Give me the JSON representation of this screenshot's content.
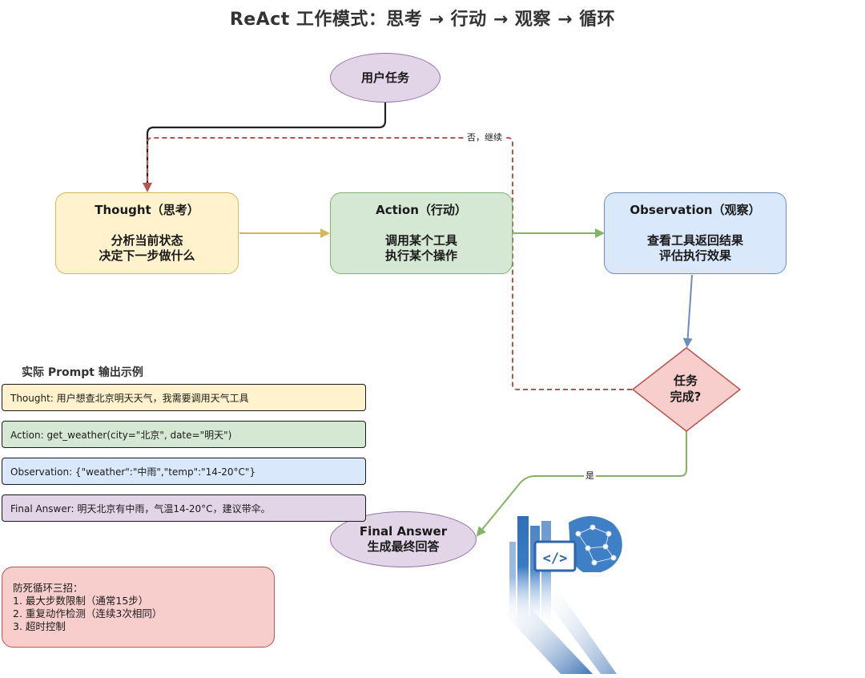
{
  "title": "ReAct 工作模式：思考 → 行动 → 观察 → 循环",
  "nodes": {
    "user_task": "用户任务",
    "thought": {
      "head": "Thought（思考）",
      "lines": [
        "分析当前状态",
        "决定下一步做什么"
      ]
    },
    "action": {
      "head": "Action（行动）",
      "lines": [
        "调用某个工具",
        "执行某个操作"
      ]
    },
    "observation": {
      "head": "Observation（观察）",
      "lines": [
        "查看工具返回结果",
        "评估执行效果"
      ]
    },
    "decision": [
      "任务",
      "完成?"
    ],
    "final": [
      "Final Answer",
      "生成最终回答"
    ]
  },
  "edge_labels": {
    "no_continue": "否，继续",
    "yes": "是"
  },
  "examples": {
    "title": "实际 Prompt 输出示例",
    "thought": "Thought: 用户想查北京明天天气，我需要调用天气工具",
    "action": "Action: get_weather(city=\"北京\", date=\"明天\")",
    "observation": "Observation: {\"weather\":\"中雨\",\"temp\":\"14-20°C\"}",
    "final": "Final Answer: 明天北京有中雨，气温14-20°C，建议带伞。"
  },
  "tips": {
    "title": "防死循环三招：",
    "items": [
      "1. 最大步数限制（通常15步）",
      "2. 重复动作检测（连续3次相同）",
      "3. 超时控制"
    ]
  },
  "logo": {
    "glyph": "</>"
  },
  "colors": {
    "thought_fill": "#fff2cc",
    "thought_stroke": "#d6b656",
    "action_fill": "#d5e8d4",
    "action_stroke": "#82b366",
    "observation_fill": "#dae8fc",
    "observation_stroke": "#6c8ebf",
    "decision_fill": "#f8cecc",
    "decision_stroke": "#b85450",
    "task_fill": "#e1d5e7",
    "task_stroke": "#9673a6",
    "loop_edge": "#b85450",
    "start_edge": "#222222"
  }
}
